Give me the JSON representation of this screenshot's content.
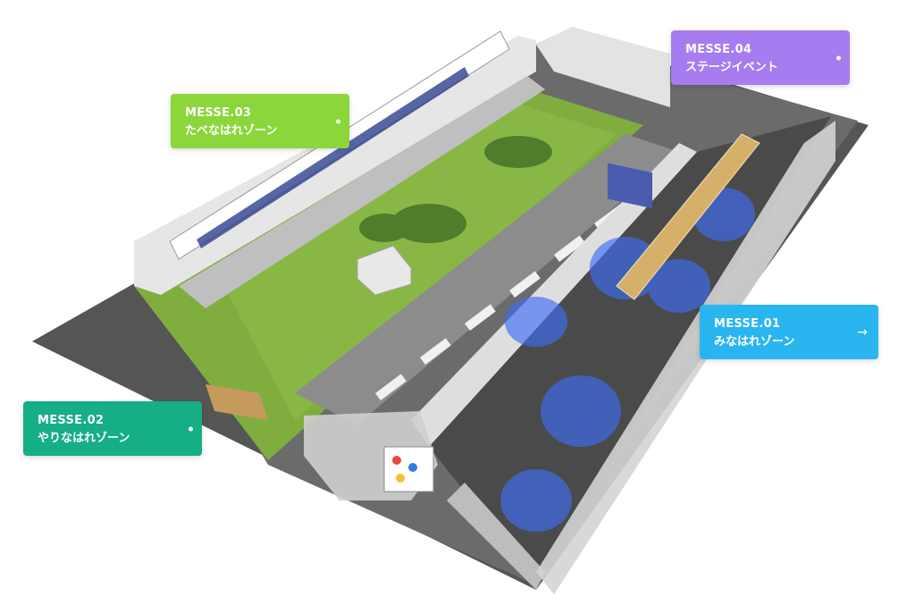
{
  "colors": {
    "messe01": "#29b6f0",
    "messe02": "#16ae84",
    "messe03": "#8bd63a",
    "messe04": "#a67cf0",
    "floor": "#5b5b5b",
    "grass": "#7fae3f",
    "wall": "#d9d9d9",
    "blue_light": "#3d6df2"
  },
  "zones": [
    {
      "code": "MESSE.01",
      "name": "みなはれゾーン",
      "indicator": "arrow-right-icon",
      "arrow": "→"
    },
    {
      "code": "MESSE.02",
      "name": "やりなはれゾーン",
      "indicator": "dot-icon"
    },
    {
      "code": "MESSE.03",
      "name": "たべなはれゾーン",
      "indicator": "dot-icon"
    },
    {
      "code": "MESSE.04",
      "name": "ステージイベント",
      "indicator": "dot-icon"
    }
  ]
}
